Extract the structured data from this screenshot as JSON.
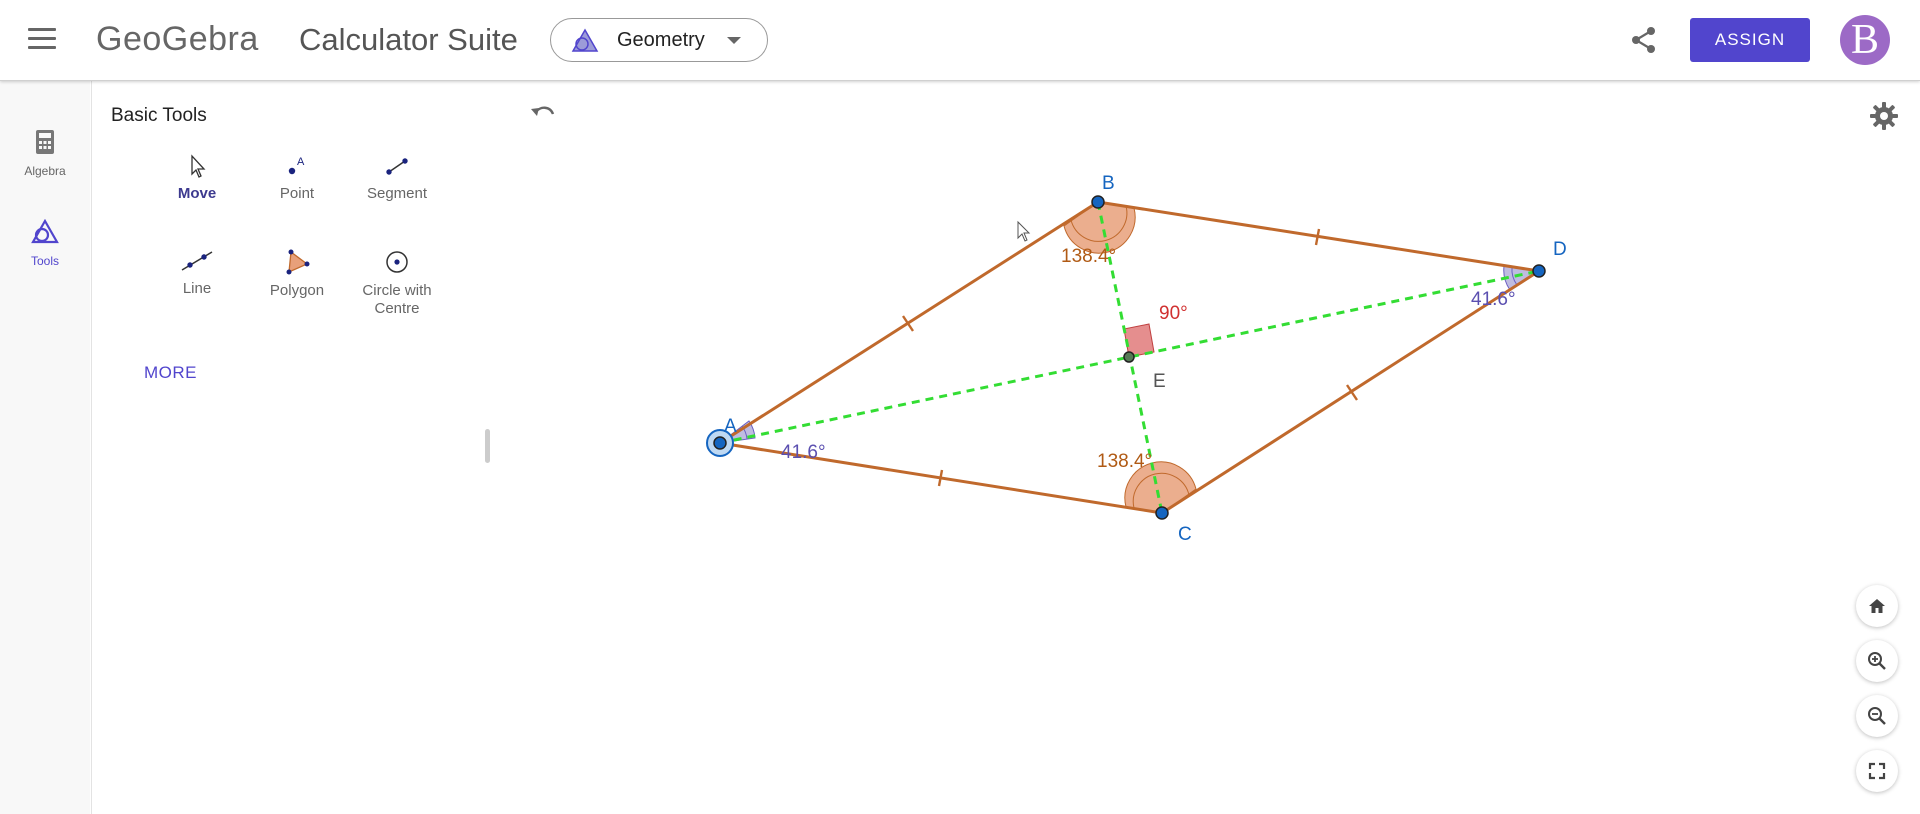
{
  "header": {
    "logo": "GeoGebra",
    "suite_title": "Calculator Suite",
    "app_selector": {
      "label": "Geometry",
      "icon": "geometry-app-icon"
    },
    "share_icon": "share-icon",
    "assign_label": "ASSIGN",
    "avatar_letter": "B"
  },
  "rail": {
    "items": [
      {
        "label": "Algebra",
        "icon": "calculator-icon",
        "active": false
      },
      {
        "label": "Tools",
        "icon": "tools-icon",
        "active": true
      }
    ]
  },
  "tools_panel": {
    "heading": "Basic Tools",
    "tools": [
      {
        "label": "Move",
        "icon": "move-arrow-icon",
        "active": true
      },
      {
        "label": "Point",
        "icon": "point-icon",
        "active": false
      },
      {
        "label": "Segment",
        "icon": "segment-icon",
        "active": false
      },
      {
        "label": "Line",
        "icon": "line-icon",
        "active": false
      },
      {
        "label": "Polygon",
        "icon": "polygon-icon",
        "active": false
      },
      {
        "label": "Circle with Centre",
        "icon": "circle-center-icon",
        "active": false
      }
    ],
    "more_label": "MORE"
  },
  "construction": {
    "points": {
      "A": "A",
      "B": "B",
      "C": "C",
      "D": "D",
      "E": "E"
    },
    "angles": {
      "A": "41.6°",
      "B": "138.4°",
      "C": "138.4°",
      "D": "41.6°",
      "E": "90°"
    },
    "colors": {
      "polygon_edges": "#c0692c",
      "diagonals": "#33dd33",
      "points": "#1565c0",
      "obtuse_angle_fill": "#e8a07a",
      "acute_angle_fill": "#a9a6d6",
      "right_angle_fill": "#e07a7a",
      "obtuse_label": "#b05a14",
      "acute_label": "#5b4fb0",
      "right_label": "#d03030"
    }
  },
  "canvas_controls": {
    "undo_icon": "undo-icon",
    "settings_icon": "gear-icon",
    "zoom": [
      "home-icon",
      "zoom-in-icon",
      "zoom-out-icon",
      "fullscreen-icon"
    ]
  },
  "accent_color": "#5145cd"
}
